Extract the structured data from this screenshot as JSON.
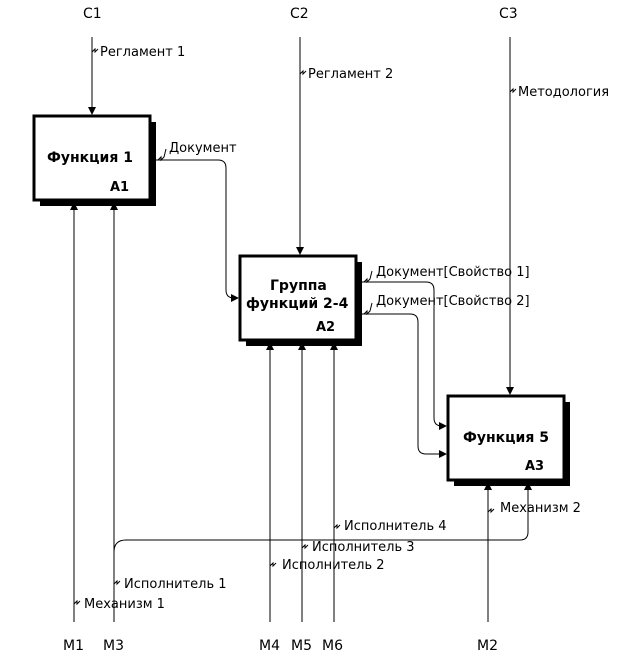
{
  "diagram": {
    "controls": {
      "c1": "C1",
      "c2": "C2",
      "c3": "C3"
    },
    "mechanisms": {
      "m1": "M1",
      "m3": "M3",
      "m4": "M4",
      "m5": "M5",
      "m6": "M6",
      "m2": "M2"
    },
    "boxes": {
      "a1": {
        "title": "Функция 1",
        "number": "A1"
      },
      "a2": {
        "title_line1": "Группа",
        "title_line2": "функций 2-4",
        "number": "A2"
      },
      "a3": {
        "title": "Функция 5",
        "number": "A3"
      }
    },
    "labels": {
      "reg1": "Регламент 1",
      "reg2": "Регламент 2",
      "method": "Методология",
      "doc": "Документ",
      "doc_p1": "Документ[Свойство 1]",
      "doc_p2": "Документ[Свойство 2]",
      "mech2": "Механизм 2",
      "exec4": "Исполнитель 4",
      "exec3": "Исполнитель 3",
      "exec2": "Исполнитель 2",
      "exec1": "Исполнитель 1",
      "mech1": "Механизм 1"
    }
  }
}
